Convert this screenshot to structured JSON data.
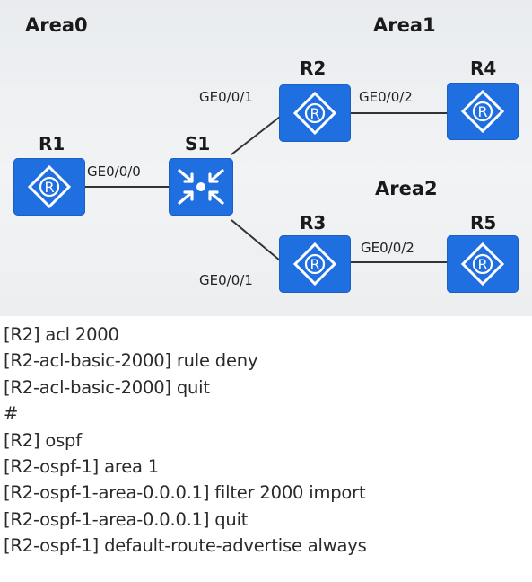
{
  "diagram": {
    "areas": {
      "area0": "Area0",
      "area1": "Area1",
      "area2": "Area2"
    },
    "devices": {
      "r1": "R1",
      "s1": "S1",
      "r2": "R2",
      "r3": "R3",
      "r4": "R4",
      "r5": "R5"
    },
    "router_glyph": "R",
    "ports": {
      "r1_s1": "GE0/0/0",
      "r2_s1": "GE0/0/1",
      "r2_r4": "GE0/0/2",
      "r3_s1": "GE0/0/1",
      "r3_r5": "GE0/0/2"
    },
    "colors": {
      "device": "#1f6fe0",
      "link": "#333333",
      "background": "#eceef0"
    }
  },
  "cli": {
    "lines": [
      "[R2] acl 2000",
      "[R2-acl-basic-2000] rule deny",
      "[R2-acl-basic-2000] quit",
      "#",
      "[R2] ospf",
      "[R2-ospf-1] area 1",
      "[R2-ospf-1-area-0.0.0.1] filter 2000 import",
      "[R2-ospf-1-area-0.0.0.1] quit",
      "[R2-ospf-1] default-route-advertise always"
    ]
  }
}
